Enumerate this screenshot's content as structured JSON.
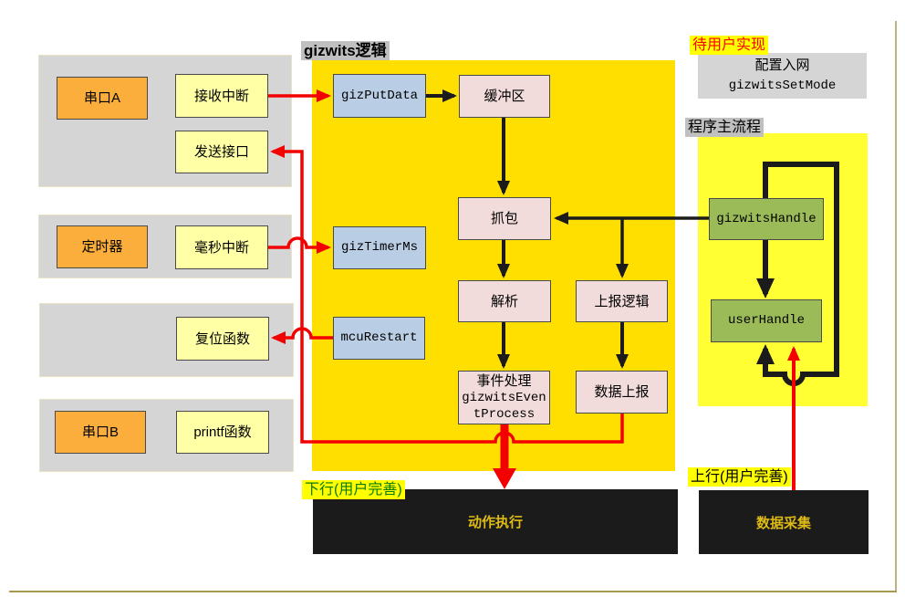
{
  "peripherals": {
    "serial_a": {
      "device": "串口A",
      "recv": "接收中断",
      "send": "发送接口"
    },
    "timer": {
      "device": "定时器",
      "interrupt": "毫秒中断"
    },
    "reset": {
      "func": "复位函数"
    },
    "serial_b": {
      "device": "串口B",
      "func": "printf函数"
    }
  },
  "gizwits_logic": {
    "label": "gizwits逻辑",
    "giz_put_data": "gizPutData",
    "buffer": "缓冲区",
    "capture": "抓包",
    "giz_timer_ms": "gizTimerMs",
    "parse": "解析",
    "report_logic": "上报逻辑",
    "mcu_restart": "mcuRestart",
    "event_process": [
      "事件处理",
      "gizwitsEven",
      "tProcess"
    ],
    "data_report": "数据上报"
  },
  "user_side": {
    "todo_label": "待用户实现",
    "config_net": "配置入网",
    "set_mode": "gizwitsSetMode",
    "main_flow_label": "程序主流程",
    "gizwits_handle": "gizwitsHandle",
    "user_handle": "userHandle"
  },
  "bottom": {
    "downstream_label": "下行(用户完善)",
    "action_exec": "动作执行",
    "upstream_label": "上行(用户完善)",
    "data_collect": "数据采集"
  },
  "colors": {
    "main_yellow": "#ffdf00",
    "flow_yellow": "#ffff33",
    "highlight_yellow": "#ffff00",
    "panel_gray": "#d5d5d5",
    "label_gray": "#c0c0c0",
    "orange_box": "#fbae3c",
    "pale_yellow_box": "#ffffa6",
    "blue_box": "#b9cde5",
    "pink_box": "#f2dcdb",
    "green_box": "#9bbb59",
    "black_box": "#1b1b1b",
    "black_box_text": "#deba16",
    "red_arrow": "#f30000",
    "black_arrow": "#1b1b1b",
    "user_todo_text": "#ff0000",
    "downstream_text": "#0a7a0a",
    "page_border": "#a89a4e"
  }
}
